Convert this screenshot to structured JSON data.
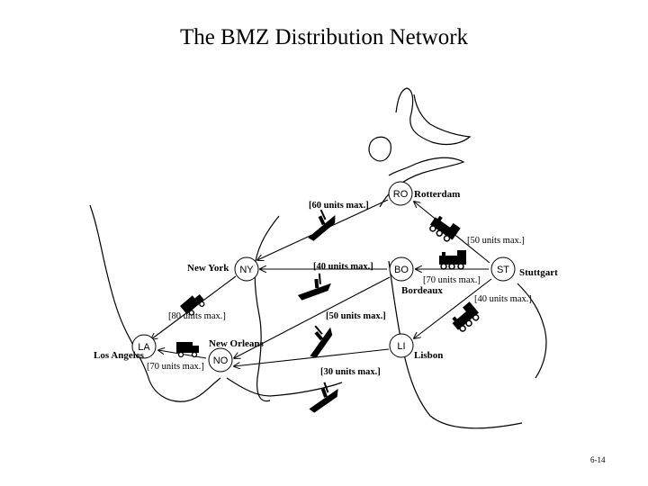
{
  "title": "The BMZ Distribution Network",
  "page_number": "6-14",
  "nodes": {
    "RO": {
      "code": "RO",
      "city": "Rotterdam"
    },
    "BO": {
      "code": "BO",
      "city": "Bordeaux"
    },
    "ST": {
      "code": "ST",
      "city": "Stuttgart"
    },
    "NY": {
      "code": "NY",
      "city": "New York"
    },
    "LA": {
      "code": "LA",
      "city": "Los Angeles"
    },
    "NO": {
      "code": "NO",
      "city": "New Orleans"
    },
    "LI": {
      "code": "LI",
      "city": "Lisbon"
    }
  },
  "capacities": {
    "RO_NY": "[60 units max.]",
    "ST_RO": "[50 units max.]",
    "BO_NY": "[40 units max.]",
    "ST_BO": "[70 units max.]",
    "ST_LI": "[40 units max.]",
    "NY_LA": "[80 units max.]",
    "BO_NO": "[50 units max.]",
    "NO_LA": "[70 units max.]",
    "LI_NO": "[30 units max.]"
  },
  "colors": {
    "ink": "#000000",
    "background": "#ffffff"
  },
  "icons": {
    "ship": "ship-icon",
    "train": "train-icon",
    "truck": "truck-icon"
  }
}
